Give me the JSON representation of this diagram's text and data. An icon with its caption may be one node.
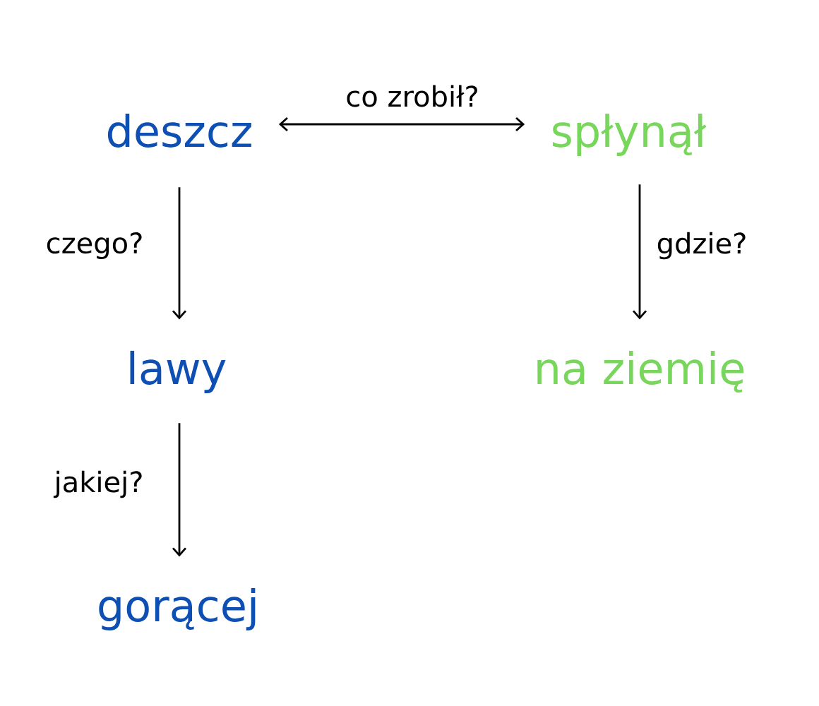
{
  "diagram": {
    "nodes": [
      {
        "text": [
          "deszcz"
        ]
      },
      {
        "text": [
          "spłynął"
        ]
      },
      {
        "text": [
          "lawy"
        ]
      },
      {
        "text": [
          "na ziemię"
        ]
      },
      {
        "text": [
          "gorącej"
        ]
      }
    ],
    "edges": [
      {
        "from": 0,
        "to": 1,
        "arrow": "both",
        "label": "co zrobił?"
      },
      {
        "from": 0,
        "to": 2,
        "arrow": "to",
        "label": "czego?"
      },
      {
        "from": 1,
        "to": 3,
        "arrow": "to",
        "label": "gdzie?"
      },
      {
        "from": 2,
        "to": 4,
        "arrow": "to",
        "label": "jakiej?"
      }
    ]
  }
}
